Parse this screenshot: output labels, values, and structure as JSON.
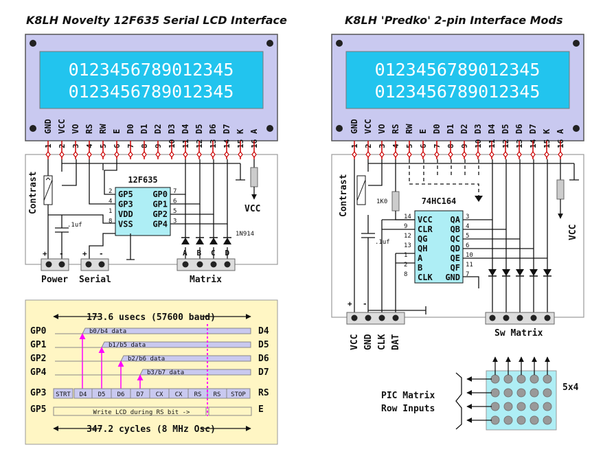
{
  "left": {
    "title": "K8LH Novelty 12F635 Serial LCD Interface",
    "lcd_line1": "0123456789012345",
    "lcd_line2": "0123456789012345",
    "pin_labels": [
      "GND",
      "VCC",
      "VO",
      "RS",
      "RW",
      "E",
      "D0",
      "D1",
      "D2",
      "D3",
      "D4",
      "D5",
      "D6",
      "D7",
      "K",
      "A"
    ],
    "pin_numbers": [
      "1",
      "2",
      "3",
      "4",
      "5",
      "6",
      "7",
      "8",
      "9",
      "10",
      "11",
      "12",
      "13",
      "14",
      "15",
      "16"
    ],
    "chip_name": "12F635",
    "chip_left_pins": [
      "GP5",
      "GP3",
      "VDD",
      "VSS"
    ],
    "chip_right_pins": [
      "GP0",
      "GP1",
      "GP2",
      "GP4"
    ],
    "chip_left_nums": [
      "2",
      "4",
      "1",
      "8"
    ],
    "chip_right_nums": [
      "7",
      "6",
      "5",
      "3"
    ],
    "contrast": "Contrast",
    "cap": ".1uf",
    "diode": "1N914",
    "vcc": "VCC",
    "power_label": "Power",
    "serial_label": "Serial",
    "matrix_label": "Matrix",
    "plus": "+",
    "minus": "-",
    "matrix_letters": [
      "A",
      "B",
      "C",
      "D"
    ]
  },
  "timing": {
    "top_label": "173.6 usecs (57600 baud)",
    "bottom_label": "347.2 cycles (8 MHz Osc)",
    "left_labels": [
      "GP0",
      "GP1",
      "GP2",
      "GP4",
      "GP3",
      "GP5"
    ],
    "right_labels": [
      "D4",
      "D5",
      "D6",
      "D7",
      "RS",
      "E"
    ],
    "data_labels": [
      "b0/b4 data",
      "b1/b5 data",
      "b2/b6 data",
      "b3/b7 data"
    ],
    "gp3_cells": [
      "STRT",
      "D4",
      "D5",
      "D6",
      "D7",
      "CX",
      "CX",
      "RS",
      "RS",
      "STOP"
    ],
    "gp5_text": "Write LCD during RS bit ->"
  },
  "right": {
    "title": "K8LH 'Predko' 2-pin Interface Mods",
    "lcd_line1": "0123456789012345",
    "lcd_line2": "0123456789012345",
    "chip_name": "74HC164",
    "chip_left_pins": [
      "VCC",
      "CLR",
      "QG",
      "QH",
      "A",
      "B",
      "CLK"
    ],
    "chip_right_pins": [
      "QA",
      "QB",
      "QC",
      "QD",
      "QE",
      "QF",
      "GND"
    ],
    "chip_left_nums": [
      "14",
      "9",
      "12",
      "13",
      "1",
      "2",
      "8"
    ],
    "chip_right_nums": [
      "3",
      "4",
      "5",
      "6",
      "10",
      "11",
      "7"
    ],
    "resistor": "1K0",
    "cap": ".1uf",
    "contrast": "Contrast",
    "vcc": "VCC",
    "conn_labels": [
      "VCC",
      "GND",
      "CLK",
      "DAT"
    ],
    "sw_matrix": "Sw Matrix",
    "pic_matrix_line1": "PIC Matrix",
    "pic_matrix_line2": "Row Inputs",
    "matrix_size": "5x4",
    "plus": "+",
    "minus": "-"
  },
  "colors": {
    "lcd_frame": "#c9c9f0",
    "lcd_screen": "#22c4ee",
    "panel_bg": "#ffffff",
    "timing_bg": "#fff6c4",
    "signal_fill": "#c9c9f0",
    "arrow_magenta": "#ff00ff",
    "chip_fill": "#aeeef5",
    "matrix_fill": "#aeeef5"
  }
}
